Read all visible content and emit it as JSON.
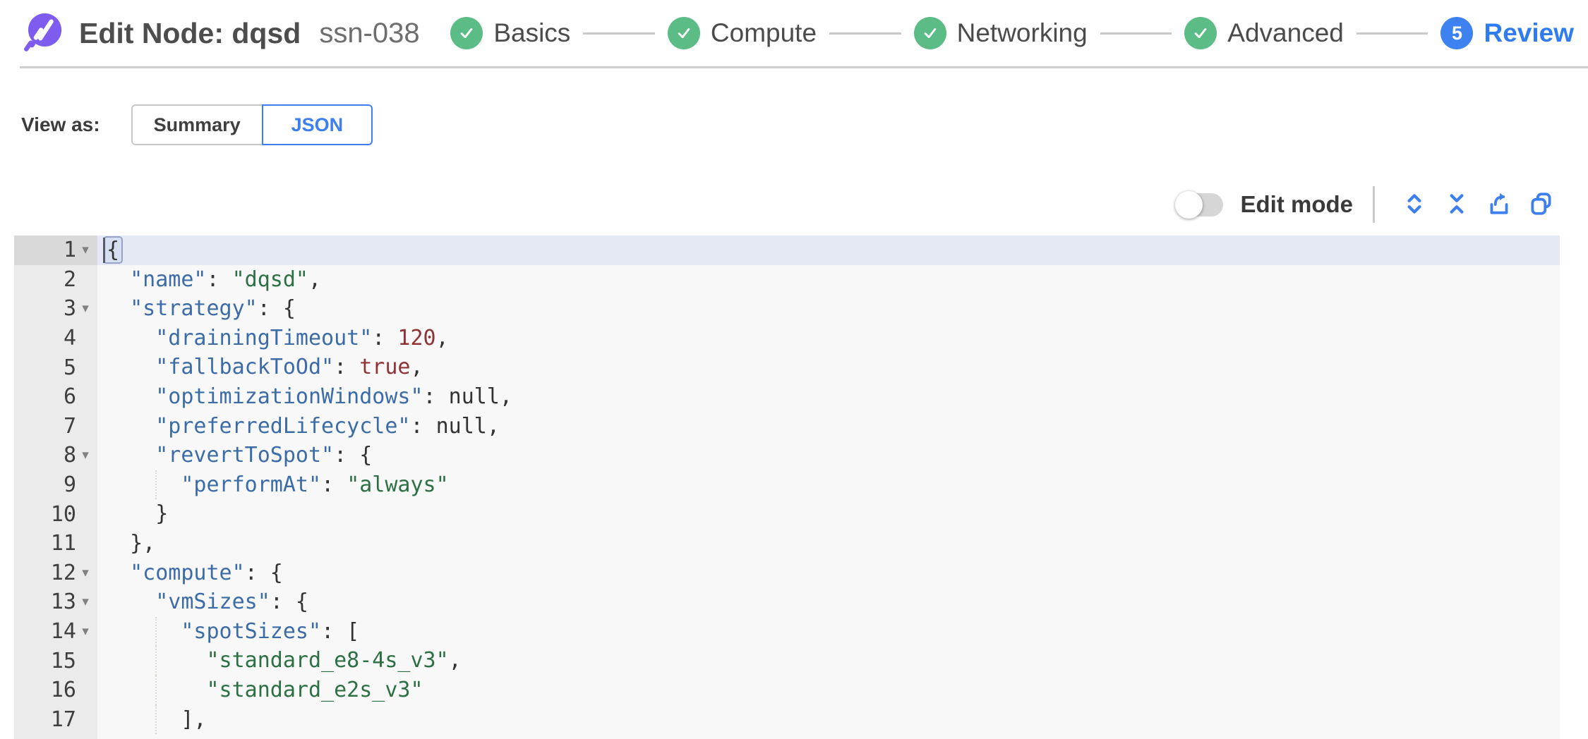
{
  "header": {
    "title": "Edit Node: dqsd",
    "subtitle": "ssn-038",
    "steps": [
      {
        "label": "Basics",
        "state": "done"
      },
      {
        "label": "Compute",
        "state": "done"
      },
      {
        "label": "Networking",
        "state": "done"
      },
      {
        "label": "Advanced",
        "state": "done"
      },
      {
        "label": "Review",
        "state": "active",
        "number": "5"
      }
    ]
  },
  "view_as": {
    "label": "View as:",
    "options": [
      {
        "label": "Summary",
        "selected": false
      },
      {
        "label": "JSON",
        "selected": true
      }
    ]
  },
  "toolbar": {
    "edit_mode_label": "Edit mode",
    "edit_mode_on": false,
    "icons": [
      "expand-all",
      "collapse-all",
      "export",
      "copy"
    ]
  },
  "colors": {
    "accent_blue": "#3d7ef0",
    "step_done_green": "#5bbc86",
    "active_step_blue": "#3e82f1",
    "logo_purple": "#7e5cf0",
    "editor_bg": "#f8f8f8",
    "gutter_bg": "#ebebeb",
    "active_line_bg": "#e4e9f3",
    "json_key": "#3c6ca8",
    "json_string": "#2d7044",
    "json_literal": "#8f3336"
  },
  "editor": {
    "active_line": 1,
    "char_width": 18.07,
    "lines": [
      {
        "n": 1,
        "fold": true,
        "cursor": true,
        "tokens": [
          {
            "t": "{",
            "c": "p",
            "box": true
          }
        ]
      },
      {
        "n": 2,
        "fold": false,
        "tokens": [
          {
            "t": "  ",
            "c": "sp"
          },
          {
            "t": "\"name\"",
            "c": "key"
          },
          {
            "t": ": ",
            "c": "p"
          },
          {
            "t": "\"dqsd\"",
            "c": "str"
          },
          {
            "t": ",",
            "c": "p"
          }
        ]
      },
      {
        "n": 3,
        "fold": true,
        "tokens": [
          {
            "t": "  ",
            "c": "sp"
          },
          {
            "t": "\"strategy\"",
            "c": "key"
          },
          {
            "t": ": {",
            "c": "p"
          }
        ]
      },
      {
        "n": 4,
        "fold": false,
        "tokens": [
          {
            "t": "    ",
            "c": "sp"
          },
          {
            "t": "\"drainingTimeout\"",
            "c": "key"
          },
          {
            "t": ": ",
            "c": "p"
          },
          {
            "t": "120",
            "c": "num"
          },
          {
            "t": ",",
            "c": "p"
          }
        ]
      },
      {
        "n": 5,
        "fold": false,
        "tokens": [
          {
            "t": "    ",
            "c": "sp"
          },
          {
            "t": "\"fallbackToOd\"",
            "c": "key"
          },
          {
            "t": ": ",
            "c": "p"
          },
          {
            "t": "true",
            "c": "num"
          },
          {
            "t": ",",
            "c": "p"
          }
        ]
      },
      {
        "n": 6,
        "fold": false,
        "tokens": [
          {
            "t": "    ",
            "c": "sp"
          },
          {
            "t": "\"optimizationWindows\"",
            "c": "key"
          },
          {
            "t": ": ",
            "c": "p"
          },
          {
            "t": "null",
            "c": "nul"
          },
          {
            "t": ",",
            "c": "p"
          }
        ]
      },
      {
        "n": 7,
        "fold": false,
        "tokens": [
          {
            "t": "    ",
            "c": "sp"
          },
          {
            "t": "\"preferredLifecycle\"",
            "c": "key"
          },
          {
            "t": ": ",
            "c": "p"
          },
          {
            "t": "null",
            "c": "nul"
          },
          {
            "t": ",",
            "c": "p"
          }
        ]
      },
      {
        "n": 8,
        "fold": true,
        "tokens": [
          {
            "t": "    ",
            "c": "sp"
          },
          {
            "t": "\"revertToSpot\"",
            "c": "key"
          },
          {
            "t": ": {",
            "c": "p"
          }
        ]
      },
      {
        "n": 9,
        "fold": false,
        "guides": [
          4
        ],
        "tokens": [
          {
            "t": "      ",
            "c": "sp"
          },
          {
            "t": "\"performAt\"",
            "c": "key"
          },
          {
            "t": ": ",
            "c": "p"
          },
          {
            "t": "\"always\"",
            "c": "str"
          }
        ]
      },
      {
        "n": 10,
        "fold": false,
        "tokens": [
          {
            "t": "    }",
            "c": "p"
          }
        ]
      },
      {
        "n": 11,
        "fold": false,
        "tokens": [
          {
            "t": "  },",
            "c": "p"
          }
        ]
      },
      {
        "n": 12,
        "fold": true,
        "tokens": [
          {
            "t": "  ",
            "c": "sp"
          },
          {
            "t": "\"compute\"",
            "c": "key"
          },
          {
            "t": ": {",
            "c": "p"
          }
        ]
      },
      {
        "n": 13,
        "fold": true,
        "tokens": [
          {
            "t": "    ",
            "c": "sp"
          },
          {
            "t": "\"vmSizes\"",
            "c": "key"
          },
          {
            "t": ": {",
            "c": "p"
          }
        ]
      },
      {
        "n": 14,
        "fold": true,
        "guides": [
          4
        ],
        "tokens": [
          {
            "t": "      ",
            "c": "sp"
          },
          {
            "t": "\"spotSizes\"",
            "c": "key"
          },
          {
            "t": ": [",
            "c": "p"
          }
        ]
      },
      {
        "n": 15,
        "fold": false,
        "guides": [
          4
        ],
        "tokens": [
          {
            "t": "        ",
            "c": "sp"
          },
          {
            "t": "\"standard_e8-4s_v3\"",
            "c": "str"
          },
          {
            "t": ",",
            "c": "p"
          }
        ]
      },
      {
        "n": 16,
        "fold": false,
        "guides": [
          4
        ],
        "tokens": [
          {
            "t": "        ",
            "c": "sp"
          },
          {
            "t": "\"standard_e2s_v3\"",
            "c": "str"
          }
        ]
      },
      {
        "n": 17,
        "fold": false,
        "guides": [
          4
        ],
        "tokens": [
          {
            "t": "      ],",
            "c": "p"
          }
        ]
      }
    ]
  }
}
